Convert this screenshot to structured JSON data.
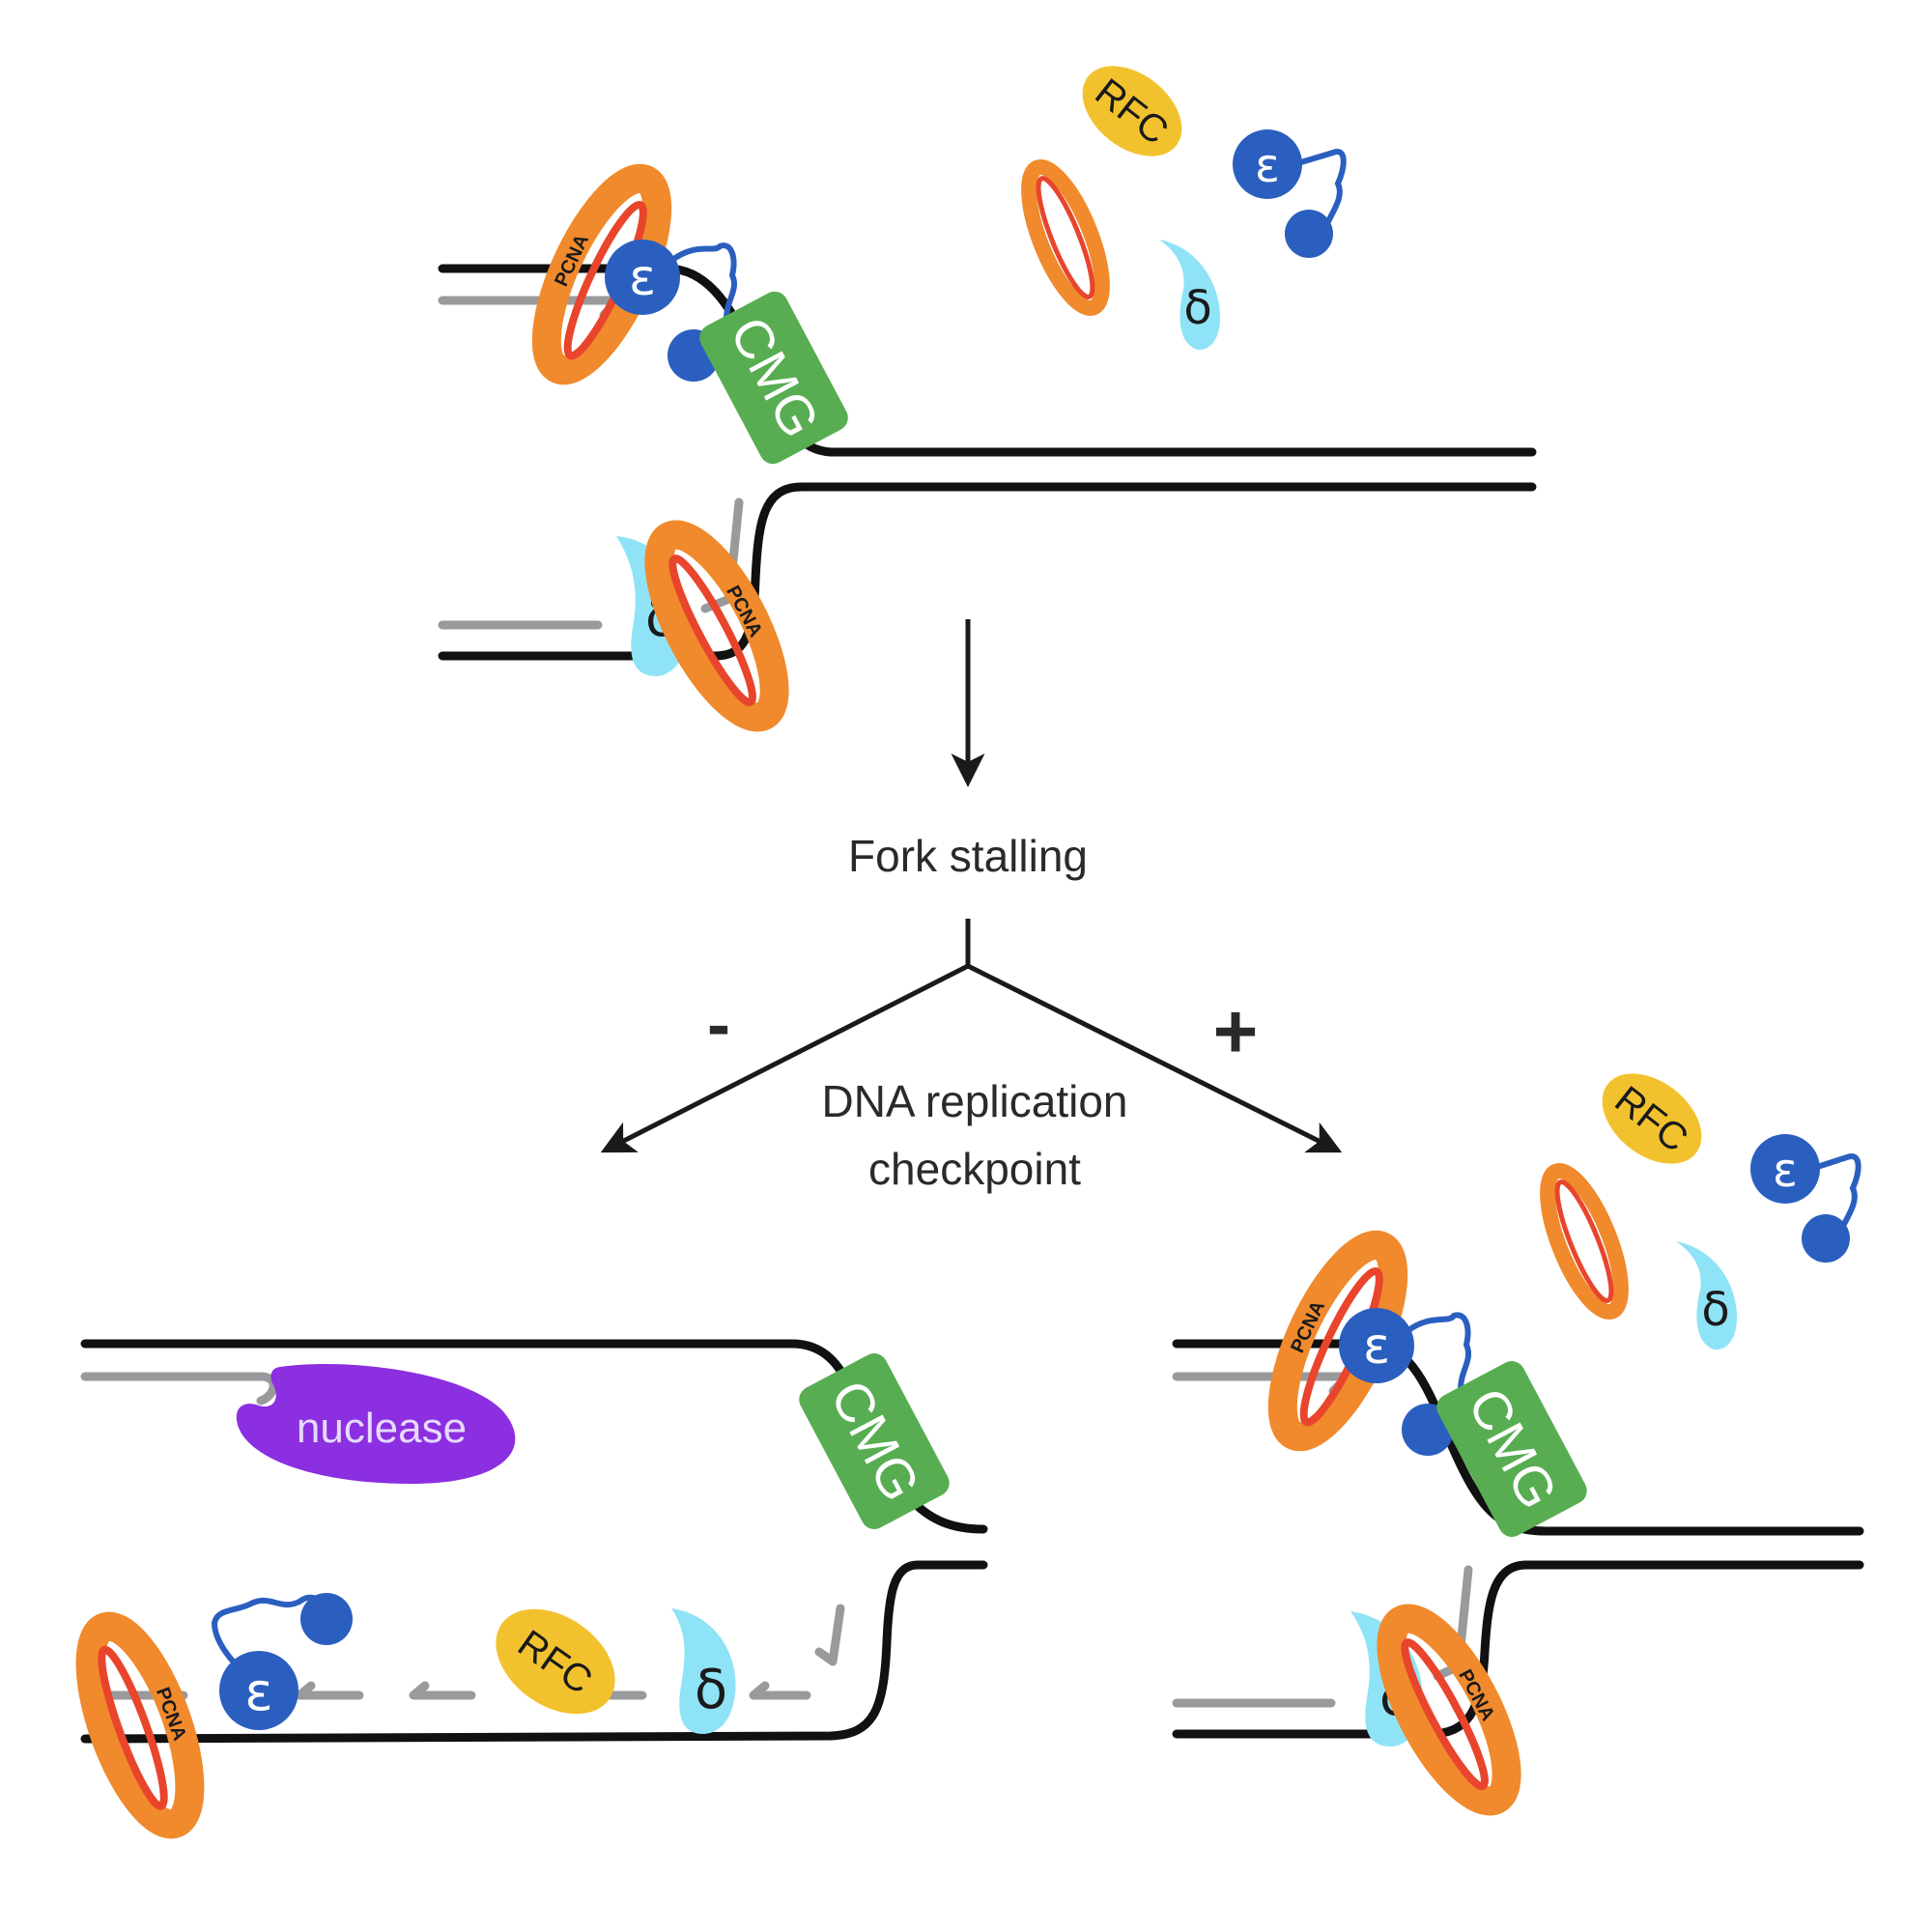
{
  "figure": {
    "type": "DNA replication fork schematic",
    "colors": {
      "parental_strand": "#111111",
      "nascent_strand": "#9a9a9c",
      "pcna_ring": "#f08a2c",
      "pcna_inner": "#e8452c",
      "pol_epsilon": "#2a5fbf",
      "pol_delta": "#8fe3f7",
      "cmg": "#58ad52",
      "rfc": "#f2c22e",
      "nuclease": "#8b2fe0"
    }
  },
  "labels": {
    "pcna": "PCNA",
    "epsilon": "ε",
    "delta": "δ",
    "cmg": "CMG",
    "rfc": "RFC",
    "nuclease": "nuclease"
  },
  "flow": {
    "step1": "Fork stalling",
    "branch_label_line1": "DNA replication",
    "branch_label_line2": "checkpoint",
    "minus": "-",
    "plus": "+"
  },
  "panels": [
    {
      "id": "top",
      "description": "Active replication fork with CMG, Pol ε on leading strand, Pol δ on lagging strand; free RFC, PCNA, Pol ε, Pol δ"
    },
    {
      "id": "bottom-left",
      "condition": "-",
      "description": "Fork without checkpoint: nuclease degrades nascent strand, polymerases and clamps dissociate"
    },
    {
      "id": "bottom-right",
      "condition": "+",
      "description": "Fork with checkpoint: replisome retained"
    }
  ]
}
